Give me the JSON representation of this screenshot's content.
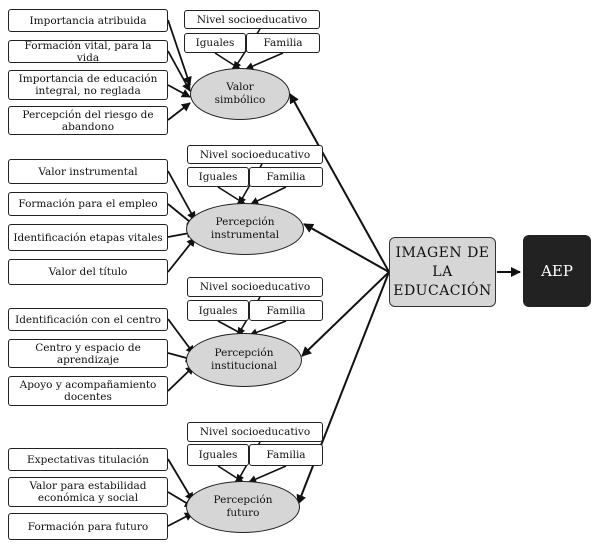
{
  "center": {
    "label": "IMAGEN DE LA EDUCACIÓN"
  },
  "outcome": {
    "label": "AEP"
  },
  "groups": [
    {
      "ellipse": "Valor simbólico",
      "context": {
        "level": "Nivel socioeducativo",
        "peers": "Iguales",
        "family": "Familia"
      },
      "items": [
        "Importancia atribuida",
        "Formación vital, para la vida",
        "Importancia de educación integral, no reglada",
        "Percepción del riesgo de abandono"
      ]
    },
    {
      "ellipse": "Percepción instrumental",
      "context": {
        "level": "Nivel socioeducativo",
        "peers": "Iguales",
        "family": "Familia"
      },
      "items": [
        "Valor instrumental",
        "Formación para el empleo",
        "Identificación etapas vitales",
        "Valor del título"
      ]
    },
    {
      "ellipse": "Percepción institucional",
      "context": {
        "level": "Nivel socioeducativo",
        "peers": "Iguales",
        "family": "Familia"
      },
      "items": [
        "Identificación con el centro",
        "Centro y espacio de aprendizaje",
        "Apoyo y acompañamiento docentes"
      ]
    },
    {
      "ellipse": "Percepción futuro",
      "context": {
        "level": "Nivel socioeducativo",
        "peers": "Iguales",
        "family": "Familia"
      },
      "items": [
        "Expectativas titulación",
        "Valor para estabilidad económica y social",
        "Formación para futuro"
      ]
    }
  ]
}
